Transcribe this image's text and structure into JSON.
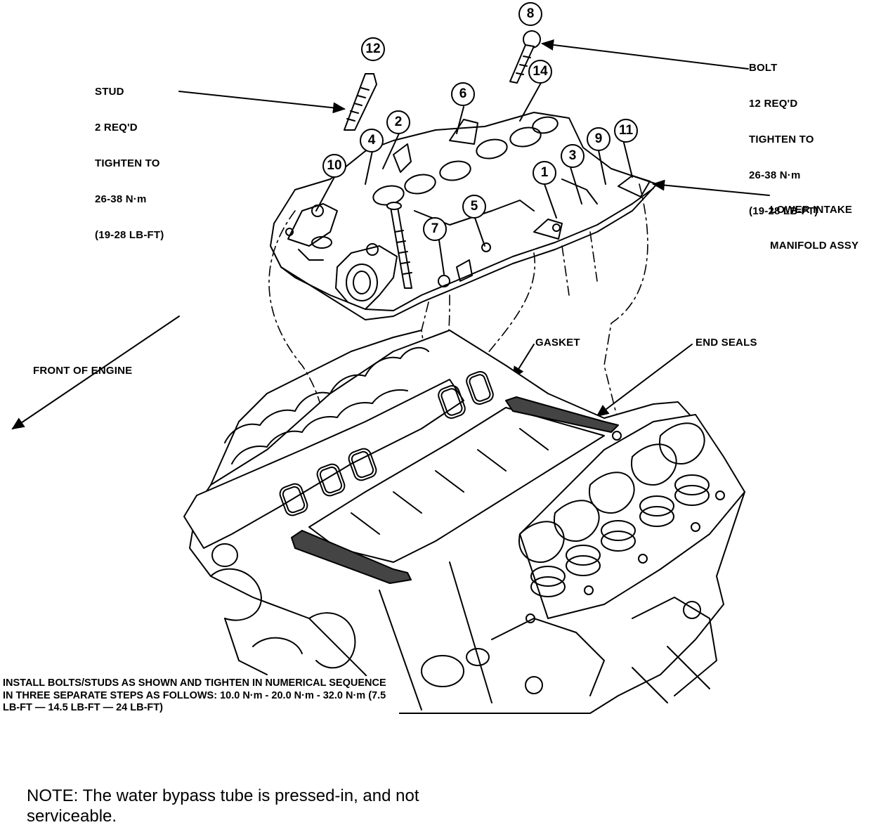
{
  "callouts": {
    "stud": [
      "STUD",
      "2 REQ'D",
      "TIGHTEN TO",
      "26-38 N·m",
      "(19-28 LB-FT)"
    ],
    "bolt": [
      "BOLT",
      "12 REQ'D",
      "TIGHTEN TO",
      "26-38 N·m",
      "(19-28 LB-FT)"
    ],
    "lower_intake": [
      "LOWER INTAKE",
      "MANIFOLD ASSY"
    ],
    "gasket": "GASKET",
    "end_seals": "END SEALS",
    "front_of_engine": "FRONT OF ENGINE"
  },
  "sequence_numbers": [
    "1",
    "2",
    "3",
    "4",
    "5",
    "6",
    "7",
    "8",
    "9",
    "10",
    "11",
    "12",
    "14"
  ],
  "install_note": "INSTALL BOLTS/STUDS AS SHOWN AND TIGHTEN IN NUMERICAL SEQUENCE IN THREE SEPARATE STEPS AS FOLLOWS: 10.0 N·m - 20.0 N·m - 32.0 N·m (7.5 LB-FT — 14.5 LB-FT — 24 LB-FT)",
  "note": "NOTE: The water bypass tube is pressed-in, and not serviceable."
}
